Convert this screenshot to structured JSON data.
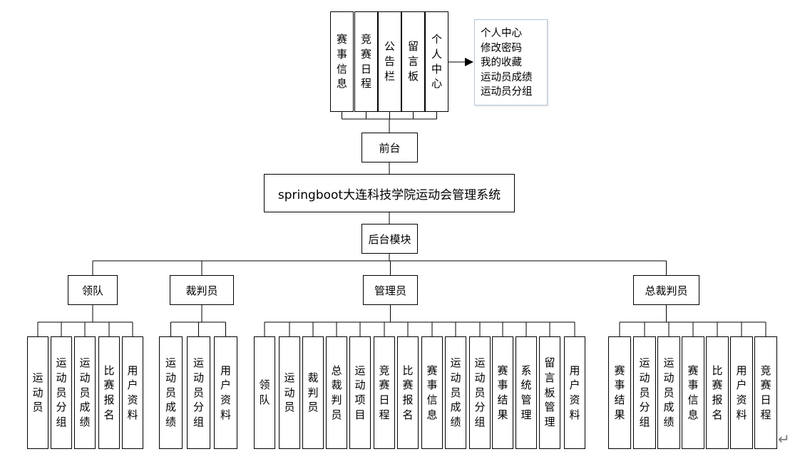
{
  "front_menu_items": [
    "赛事信息",
    "竞赛日程",
    "公告栏",
    "留言板",
    "个人中心"
  ],
  "personal_center_submenu": [
    "个人中心",
    "修改密码",
    "我的收藏",
    "运动员成绩",
    "运动员分组"
  ],
  "frontend_label": "前台",
  "system_title": "springboot大连科技学院运动会管理系统",
  "backend_label": "后台模块",
  "roles": [
    {
      "name": "领队",
      "modules": [
        "运动员",
        "运动员分组",
        "运动员成绩",
        "比赛报名",
        "用户资料"
      ]
    },
    {
      "name": "裁判员",
      "modules": [
        "运动员成绩",
        "运动员分组",
        "用户资料"
      ]
    },
    {
      "name": "管理员",
      "modules": [
        "领队",
        "运动员",
        "裁判员",
        "总裁判员",
        "运动项目",
        "竞赛日程",
        "比赛报名",
        "赛事信息",
        "运动员成绩",
        "运动员分组",
        "赛事结果",
        "系统管理",
        "留言板管理",
        "用户资料"
      ]
    },
    {
      "name": "总裁判员",
      "modules": [
        "赛事结果",
        "运动员分组",
        "运动员成绩",
        "赛事信息",
        "比赛报名",
        "用户资料",
        "竞赛日程"
      ]
    }
  ],
  "paragraph_mark": "↵",
  "colors": {
    "line": "#000000",
    "menu_border": "#b7c6d8",
    "paragraph_mark": "#777777"
  }
}
